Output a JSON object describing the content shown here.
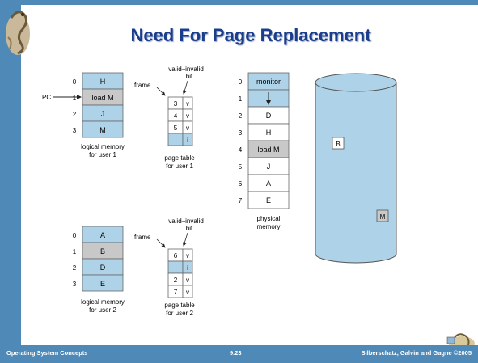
{
  "slide": {
    "title": "Need For Page Replacement",
    "footer_left": "Operating System Concepts",
    "footer_center": "9.23",
    "footer_right": "Silberschatz, Galvin and Gagne ©2005"
  },
  "diagram": {
    "pc_label": "PC",
    "user1": {
      "logical_memory": {
        "indices": [
          "0",
          "1",
          "2",
          "3"
        ],
        "cells": [
          "H",
          "load M",
          "J",
          "M"
        ],
        "caption_line1": "logical memory",
        "caption_line2": "for user 1"
      },
      "page_table": {
        "frame_label": "frame",
        "valid_label_line1": "valid–invalid",
        "valid_label_line2": "bit",
        "frames": [
          "3",
          "4",
          "5",
          ""
        ],
        "bits": [
          "v",
          "v",
          "v",
          "i"
        ],
        "caption_line1": "page table",
        "caption_line2": "for user 1"
      }
    },
    "user2": {
      "logical_memory": {
        "indices": [
          "0",
          "1",
          "2",
          "3"
        ],
        "cells": [
          "A",
          "B",
          "D",
          "E"
        ],
        "caption_line1": "logical memory",
        "caption_line2": "for user 2"
      },
      "page_table": {
        "frame_label": "frame",
        "valid_label_line1": "valid–invalid",
        "valid_label_line2": "bit",
        "frames": [
          "6",
          "",
          "2",
          "7"
        ],
        "bits": [
          "v",
          "i",
          "v",
          "v"
        ],
        "caption_line1": "page table",
        "caption_line2": "for user 2"
      }
    },
    "physical_memory": {
      "indices": [
        "0",
        "1",
        "2",
        "3",
        "4",
        "5",
        "6",
        "7"
      ],
      "cells": [
        "monitor",
        "",
        "D",
        "H",
        "load M",
        "J",
        "A",
        "E"
      ],
      "caption_line1": "physical",
      "caption_line2": "memory"
    },
    "disk": {
      "items": [
        "B",
        "M"
      ]
    },
    "colors": {
      "blue_cell": "#aed3e8",
      "gray_cell": "#c8c8c8",
      "white_cell": "#ffffff",
      "slide_blue": "#4e89b7",
      "title": "#1a3e8c"
    }
  }
}
